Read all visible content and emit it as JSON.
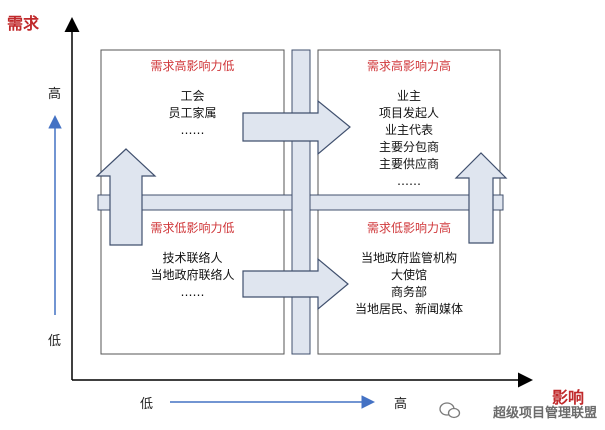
{
  "axes": {
    "y_title": "需求",
    "x_title": "影响",
    "y_high": "高",
    "y_low": "低",
    "x_low": "低",
    "x_high": "高"
  },
  "quadrants": {
    "top_left": {
      "title": "需求高影响力低",
      "items": [
        "工会",
        "员工家属",
        "……"
      ]
    },
    "top_right": {
      "title": "需求高影响力高",
      "items": [
        "业主",
        "项目发起人",
        "业主代表",
        "主要分包商",
        "主要供应商",
        "……"
      ]
    },
    "bottom_left": {
      "title": "需求低影响力低",
      "items": [
        "技术联络人",
        "当地政府联络人",
        "……"
      ]
    },
    "bottom_right": {
      "title": "需求低影响力高",
      "items": [
        "当地政府监管机构",
        "大使馆",
        "商务部",
        "当地居民、新闻媒体"
      ]
    }
  },
  "watermark": {
    "text": "超级项目管理联盟",
    "icon": "wechat-icon"
  },
  "colors": {
    "axis": "#000000",
    "blue_arrow": "#4472c4",
    "quad_title": "#d0383b",
    "shape_fill": "#dfe5ef",
    "shape_stroke": "#40506e"
  }
}
